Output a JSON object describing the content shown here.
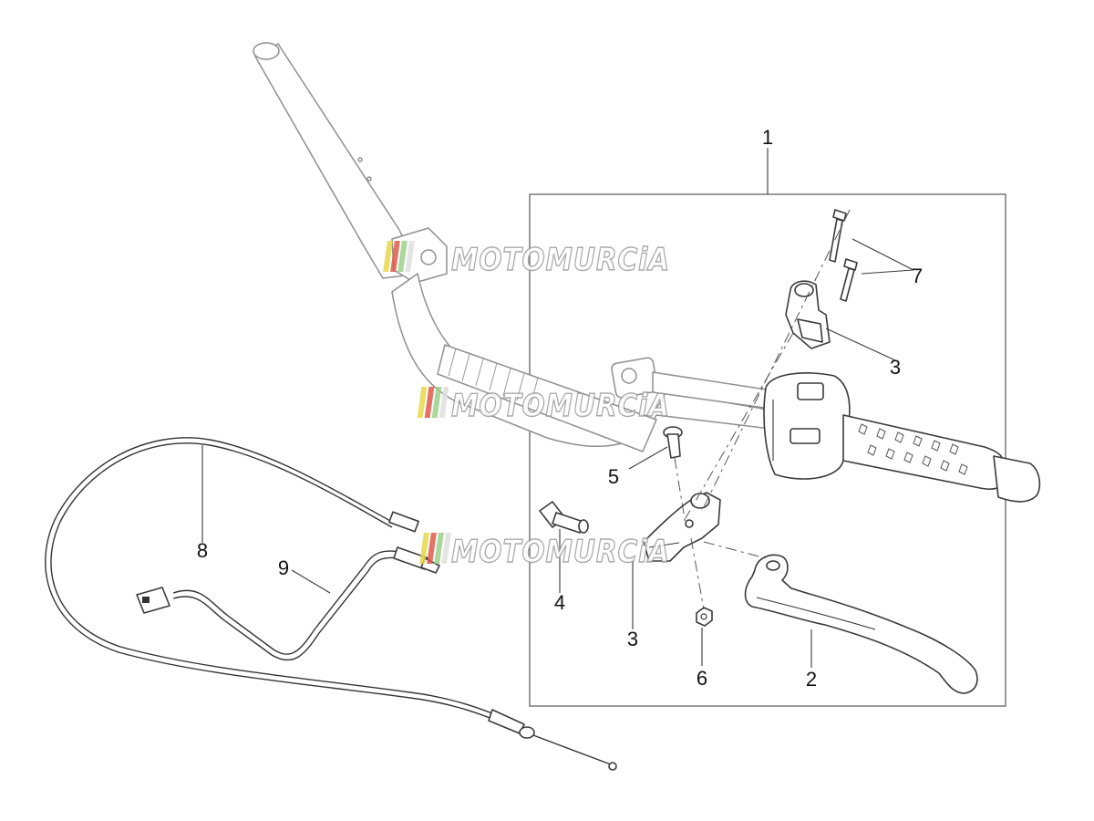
{
  "callouts": {
    "c1": "1",
    "c2": "2",
    "c3a": "3",
    "c3b": "3",
    "c4": "4",
    "c5": "5",
    "c6": "6",
    "c7": "7",
    "c8": "8",
    "c9": "9"
  },
  "watermark": {
    "text": "MOTOMURCiA",
    "colors": [
      "#e8d84a",
      "#e05a4a",
      "#9bd08a",
      "#e0e0e0"
    ]
  },
  "colors": {
    "line": "#3a3a3a",
    "handlebar": "#8f8f8f",
    "background": "#ffffff"
  }
}
